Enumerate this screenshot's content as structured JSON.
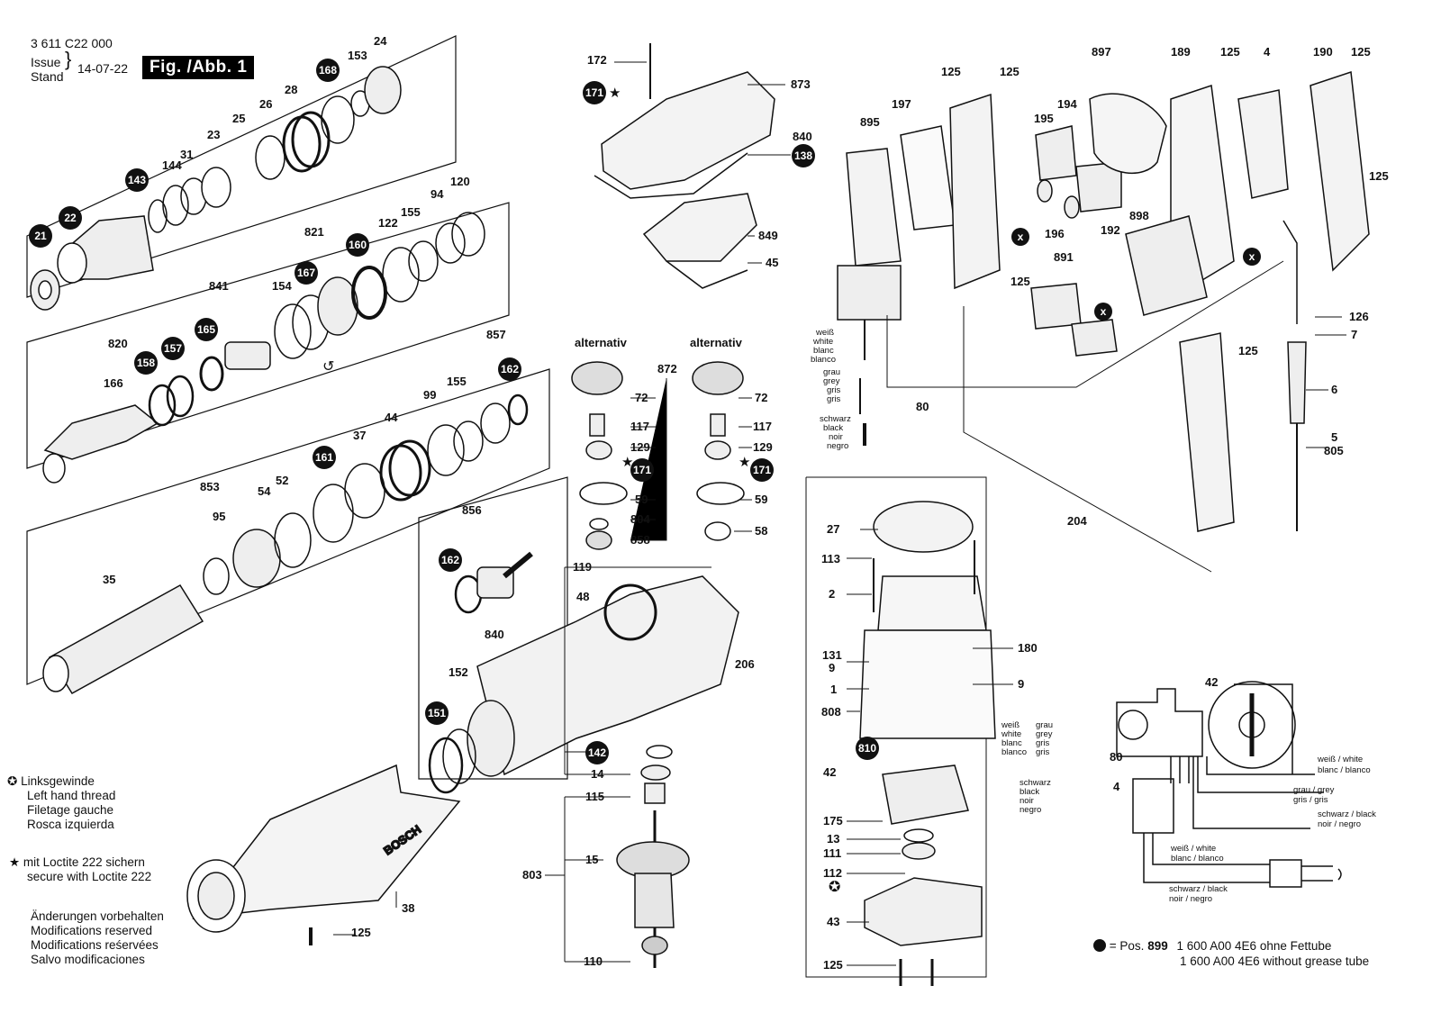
{
  "header": {
    "doc_number": "3 611 C22 000",
    "issue_label": "Issue",
    "stand_label": "Stand",
    "date": "14-07-22",
    "fig_label": "Fig. /Abb. 1"
  },
  "part_labels": {
    "p21": "21",
    "p22": "22",
    "p143": "143",
    "p144": "144",
    "p31": "31",
    "p23": "23",
    "p25": "25",
    "p26": "26",
    "p28": "28",
    "p168": "168",
    "p153": "153",
    "p24": "24",
    "p821": "821",
    "p160": "160",
    "p122": "122",
    "p155a": "155",
    "p94": "94",
    "p120": "120",
    "p167": "167",
    "p841": "841",
    "p154": "154",
    "p165": "165",
    "p820": "820",
    "p158": "158",
    "p157": "157",
    "p166": "166",
    "p857": "857",
    "p162a": "162",
    "p99": "99",
    "p155b": "155",
    "p44": "44",
    "p37": "37",
    "p161": "161",
    "p853": "853",
    "p95": "95",
    "p54": "54",
    "p52": "52",
    "p35": "35",
    "p856": "856",
    "p162b": "162",
    "p840a": "840",
    "p151": "151",
    "p152": "152",
    "p38": "38",
    "p125a": "125",
    "p172": "172",
    "p171a": "171",
    "p873": "873",
    "p840b": "840",
    "p138": "138",
    "p849": "849",
    "p45": "45",
    "p872": "872",
    "p72a": "72",
    "p117a": "117",
    "p129a": "129",
    "p171b": "171",
    "p59a": "59",
    "p804": "804",
    "p858": "858",
    "p72b": "72",
    "p117b": "117",
    "p129b": "129",
    "p171c": "171",
    "p59b": "59",
    "p58": "58",
    "p119": "119",
    "p48": "48",
    "p206": "206",
    "p142": "142",
    "p14": "14",
    "p115": "115",
    "p15": "15",
    "p803": "803",
    "p110": "110",
    "p125b": "125",
    "p125c": "125",
    "p897": "897",
    "p189": "189",
    "p125d": "125",
    "p4": "4",
    "p190": "190",
    "p125e": "125",
    "p895": "895",
    "p197": "197",
    "p195": "195",
    "p194": "194",
    "p125f": "125",
    "p196": "196",
    "p192": "192",
    "p898": "898",
    "p891": "891",
    "p125g": "125",
    "p126": "126",
    "p7": "7",
    "p6": "6",
    "p5": "5",
    "p805": "805",
    "p125h": "125",
    "p80": "80",
    "p204": "204",
    "p27": "27",
    "p113": "113",
    "p2": "2",
    "p131": "131",
    "p9a": "9",
    "p180": "180",
    "p1": "1",
    "p9b": "9",
    "p808": "808",
    "p810": "810",
    "p42a": "42",
    "p175": "175",
    "p13": "13",
    "p111": "111",
    "p112": "112",
    "p43": "43",
    "p125i": "125",
    "p42b": "42",
    "p80b": "80",
    "p4b": "4",
    "x": "x"
  },
  "alt_labels": {
    "alt1": "alternativ",
    "alt2": "alternativ"
  },
  "wire_colors_left": [
    "weiß",
    "white",
    "blanc",
    "blanco",
    "grau",
    "grey",
    "gris",
    "gris",
    "schwarz",
    "black",
    "noir",
    "negro"
  ],
  "wire_colors_motor": [
    "weiß",
    "white",
    "blanc",
    "blanco",
    "grau",
    "grey",
    "gris",
    "gris",
    "schwarz",
    "black",
    "noir",
    "negro"
  ],
  "schematic": {
    "white": "weiß / white",
    "white2": "blanc / blanco",
    "grey": "grau / grey",
    "grey2": "gris / gris",
    "black": "schwarz / black",
    "black2": "noir / negro",
    "white_bottom": "weiß / white",
    "white_bottom2": "blanc / blanco",
    "black_bottom": "schwarz / black",
    "black_bottom2": "noir / negro"
  },
  "legend": {
    "left_thread": [
      "Linksgewinde",
      "Left hand thread",
      "Filetage gauche",
      "Rosca izquierda"
    ],
    "loctite": [
      "mit Loctite 222 sichern",
      "secure with Loctite 222"
    ],
    "modifications": [
      "Änderungen vorbehalten",
      "Modifications reserved",
      "Modifications reśervées",
      "Salvo modificaciones"
    ]
  },
  "bottom_note": {
    "eq": "= Pos.",
    "pos": "899",
    "line1": "1 600 A00 4E6 ohne Fettube",
    "line2": "1 600 A00 4E6 without grease tube"
  },
  "brand": "BOSCH"
}
